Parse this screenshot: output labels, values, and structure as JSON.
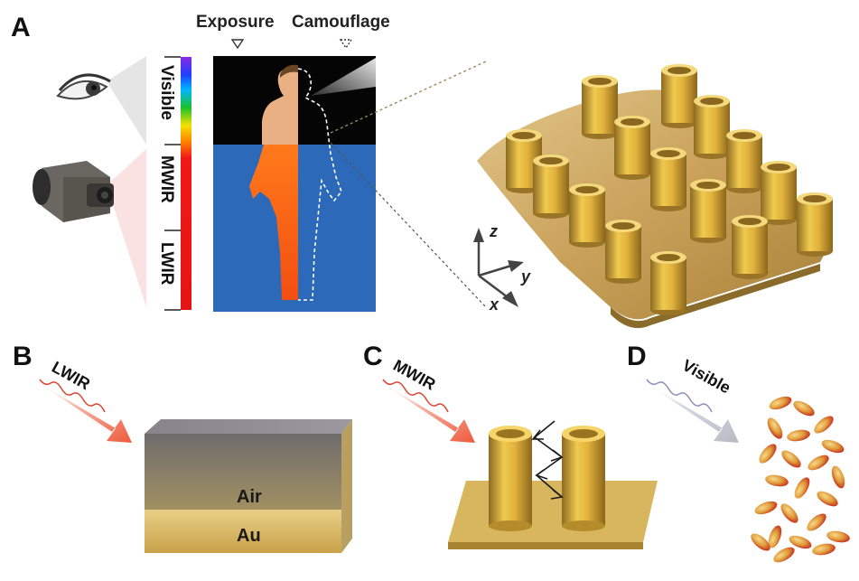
{
  "panels": {
    "a": {
      "letter": "A",
      "header_exposure": "Exposure",
      "header_camouflage": "Camouflage",
      "bands": [
        "Visible",
        "MWIR",
        "LWIR"
      ],
      "axes": {
        "z": "z",
        "y": "y",
        "x": "x"
      }
    },
    "b": {
      "letter": "B",
      "ray": "LWIR",
      "layers": {
        "top": "Air",
        "bottom": "Au"
      }
    },
    "c": {
      "letter": "C",
      "ray": "MWIR"
    },
    "d": {
      "letter": "D",
      "ray": "Visible"
    }
  },
  "colors": {
    "skin": "#e8b083",
    "thermal_body": "#ff5a1a",
    "ir_background": "#2c69b8",
    "gold": "#d4ad5c",
    "gold_dark": "#a47b2c",
    "particle_red": "#d12a20"
  }
}
